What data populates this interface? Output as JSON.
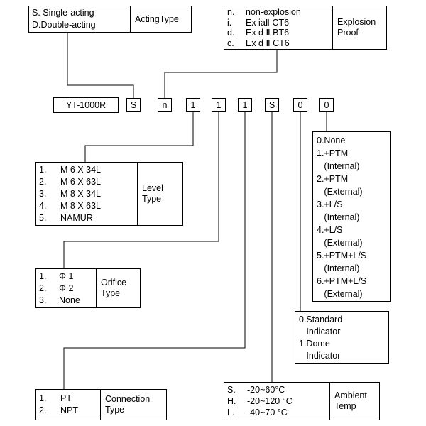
{
  "code": {
    "model": "YT-1000R",
    "chars": [
      "S",
      "n",
      "1",
      "1",
      "1",
      "S",
      "0",
      "0"
    ]
  },
  "acting": {
    "lines": [
      "S. Single-acting",
      "D.Double-acting"
    ],
    "label": "ActingType"
  },
  "explosion": {
    "items": [
      {
        "k": "n.",
        "v": "non-explosion"
      },
      {
        "k": "i.",
        "v": "Ex iaⅡ CT6"
      },
      {
        "k": "d.",
        "v": "Ex d Ⅱ BT6"
      },
      {
        "k": "c.",
        "v": "Ex d Ⅱ CT6"
      }
    ],
    "label": "Explosion Proof"
  },
  "level": {
    "items": [
      {
        "k": "1.",
        "v": "M 6 X 34L"
      },
      {
        "k": "2.",
        "v": "M 6 X 63L"
      },
      {
        "k": "3.",
        "v": "M 8 X 34L"
      },
      {
        "k": "4.",
        "v": "M 8 X 63L"
      },
      {
        "k": "5.",
        "v": "NAMUR"
      }
    ],
    "label": "Level Type"
  },
  "orifice": {
    "items": [
      {
        "k": "1.",
        "v": "Φ 1"
      },
      {
        "k": "2.",
        "v": "Φ 2"
      },
      {
        "k": "3.",
        "v": "None"
      }
    ],
    "label": "Orifice Type"
  },
  "connection": {
    "items": [
      {
        "k": "1.",
        "v": "PT"
      },
      {
        "k": "2.",
        "v": "NPT"
      }
    ],
    "label": "Connection Type"
  },
  "ambient": {
    "items": [
      {
        "k": "S.",
        "v": "-20~60°C"
      },
      {
        "k": "H.",
        "v": "-20~120 °C"
      },
      {
        "k": "L.",
        "v": "-40~70 °C"
      }
    ],
    "label": "Ambient Temp"
  },
  "indicator": {
    "lines": [
      "0.Standard",
      "   Indicator",
      "1.Dome",
      "   Indicator"
    ]
  },
  "accessories": {
    "lines": [
      "0.None",
      "1.+PTM",
      "   (Internal)",
      "2.+PTM",
      "   (External)",
      "3.+L/S",
      "   (Internal)",
      "4.+L/S",
      "   (External)",
      "5.+PTM+L/S",
      "   (Internal)",
      "6.+PTM+L/S",
      "   (External)"
    ]
  }
}
